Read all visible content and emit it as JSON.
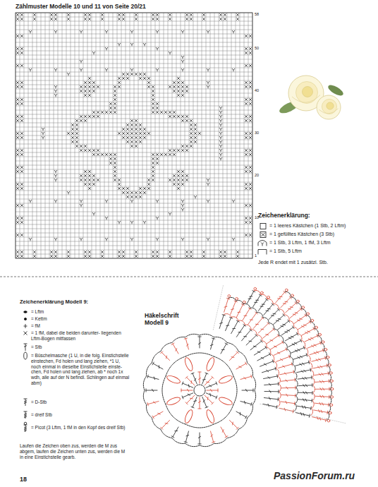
{
  "diagram": {
    "title": "Zählmuster Modelle 10 und 11 von Seite 20/21",
    "labels": [
      "58",
      "50",
      "40",
      "30",
      "20",
      "10",
      "1",
      "Zeichenerklärung:",
      "Jede R endet mit 1 zusätzl. Stb.",
      "Zeichenerklärung Modell 9:",
      "Laufen die Zeichen oben zus, werden die M zus abgem, laufen die Zeichen unten zus, werden die M in eine Einstichstelle gearb.",
      "Häkelschrift Modell 9",
      "18",
      "PassionForum.ru"
    ],
    "legend": [
      {
        "text": "= 1 leeres Kästchen (1 Stb, 2 Lftm)"
      },
      {
        "text": "= 1 gefülltes Kästchen (3 Stb)"
      },
      {
        "text": "= 1 Stb, 3 Lftm, 1 fM, 3 Lftm"
      },
      {
        "text": "= 1 Stb, 5 Lftm"
      },
      {
        "text": "= Lftm"
      },
      {
        "text": "= Kettm"
      },
      {
        "text": "= fM"
      },
      {
        "text": "= 1 fM, dabei die beiden darunter- liegenden Lftm-Bogen mitfassen"
      },
      {
        "text": "= Stb"
      },
      {
        "text": "= Büschelmasche (1 U, in die folg. Einstichstelle einstechen, Fd holen und lang ziehen, *1 U, noch einmal in dieselbe Einstichstelle einste- chen, Fd holen und lang ziehen, ab * noch 1x wdh, alle auf der N befindl. Schlingen auf einmal abm)"
      },
      {
        "text": "= D-Stb"
      },
      {
        "text": "= dreif Stb"
      },
      {
        "text": "= Picot (3 Lftm, 1 fM in den Kopf des dreif Stb)"
      }
    ]
  }
}
